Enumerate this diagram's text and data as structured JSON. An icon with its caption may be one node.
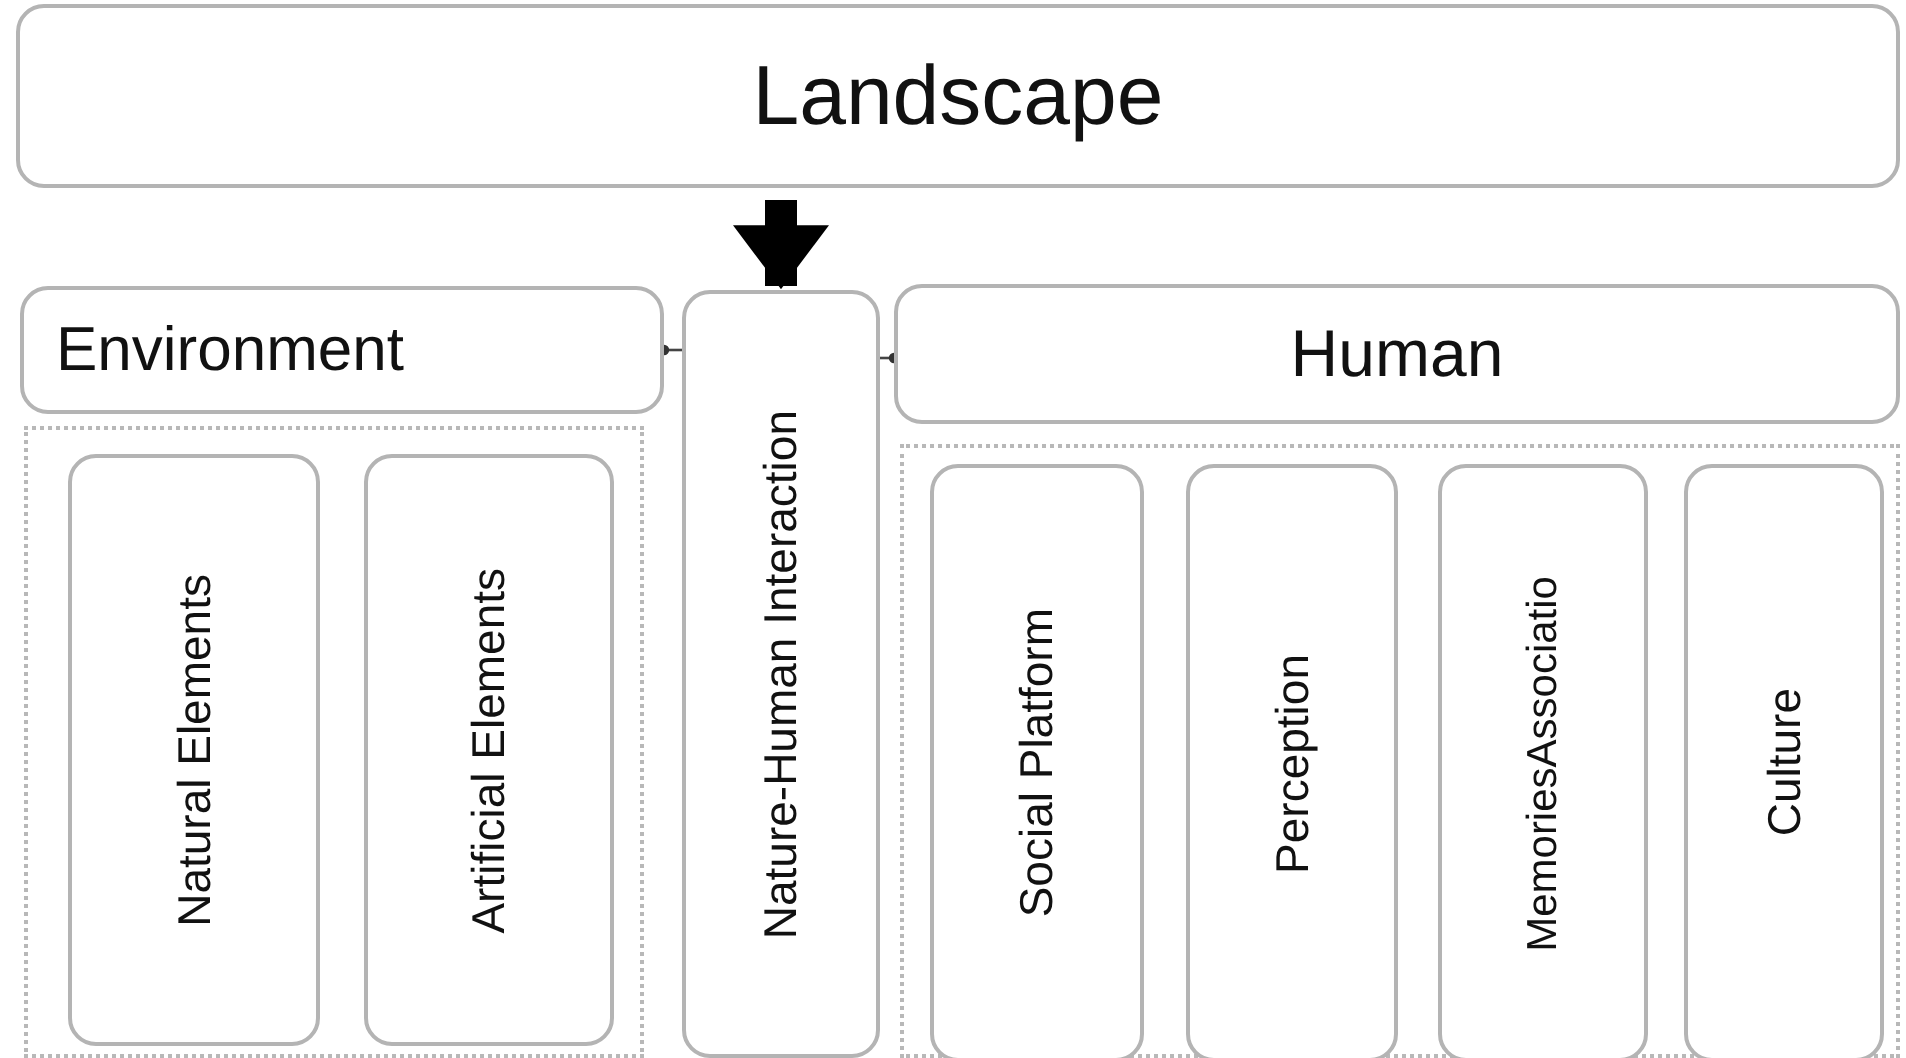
{
  "diagram": {
    "nodes": [
      {
        "text": [
          "Landscape"
        ]
      },
      {
        "text": [
          "Environment"
        ]
      },
      {
        "text": [
          "Nature-Human Interaction"
        ]
      },
      {
        "text": [
          "Human"
        ]
      },
      {
        "text": [],
        "shape": "box"
      },
      {
        "text": [
          "Natural Elements"
        ],
        "in": 4
      },
      {
        "text": [
          "Artificial Elements"
        ],
        "in": 4
      },
      {
        "text": [],
        "shape": "box"
      },
      {
        "text": [
          "Social Platform"
        ],
        "in": 7
      },
      {
        "text": [
          "Perception"
        ],
        "in": 7
      },
      {
        "text": [
          "MemoriesAssociatio"
        ],
        "in": 7
      },
      {
        "text": [
          "Culture"
        ],
        "in": 7
      }
    ],
    "edges": [
      {
        "from": 0,
        "to": 2,
        "arrow": "to",
        "style": "thick"
      },
      {
        "from": 2,
        "to": 1,
        "arrow": "other"
      },
      {
        "from": 2,
        "to": 3,
        "arrow": "other"
      }
    ]
  }
}
